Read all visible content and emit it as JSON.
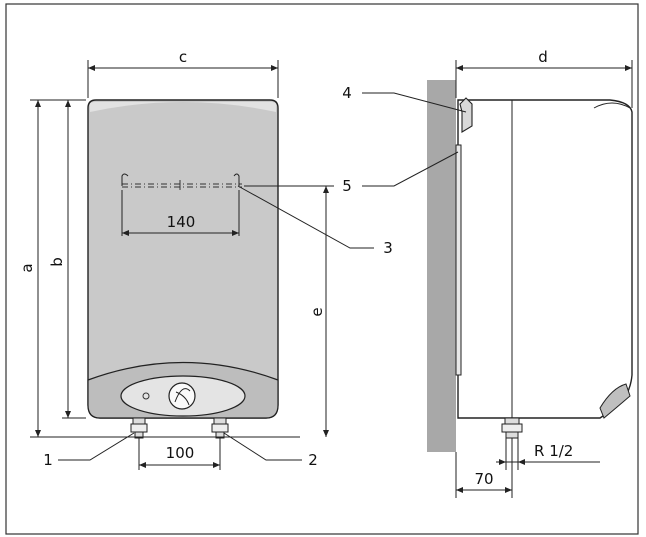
{
  "dimensions": {
    "a": "a",
    "b": "b",
    "c": "c",
    "d": "d",
    "e": "e",
    "bracket_spacing": "140",
    "pipe_spacing": "100",
    "pipe_offset": "70",
    "thread": "R 1/2"
  },
  "callouts": [
    "1",
    "2",
    "3",
    "4",
    "5"
  ]
}
